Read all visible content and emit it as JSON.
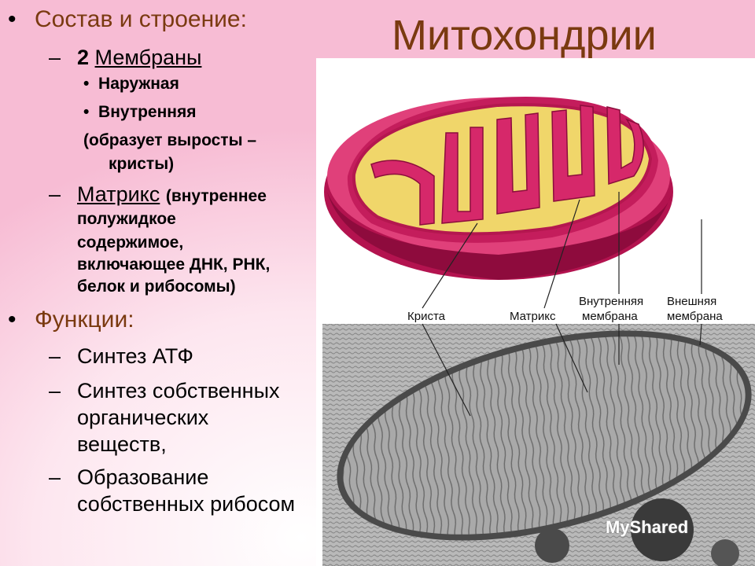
{
  "slide": {
    "title": "Митохондрии",
    "section1": "Состав и строение:",
    "membranes_count": "2",
    "membranes_label": "Мембраны",
    "outer": "Наружная",
    "inner": "Внутренняя",
    "inner_note_1": "(образует выросты –",
    "inner_note_2": "кристы)",
    "matrix_label": "Матрикс",
    "matrix_desc_1": "(внутреннее",
    "matrix_desc_2": "полужидкое",
    "matrix_desc_3": "содержимое,",
    "matrix_desc_4": "включающее ДНК, РНК,",
    "matrix_desc_5": "белок и рибосомы)",
    "section2": "Функции:",
    "func1": "Синтез АТФ",
    "func2_1": "Синтез собственных",
    "func2_2": "органических",
    "func2_3": "веществ,",
    "func3_1": "Образование",
    "func3_2": "собственных рибосом"
  },
  "figure": {
    "labels": {
      "crista": "Криста",
      "matrix": "Матрикс",
      "inner_1": "Внутренняя",
      "inner_2": "мембрана",
      "outer_1": "Внешняя",
      "outer_2": "мембрана"
    }
  },
  "watermark": "MyShared",
  "colors": {
    "title": "#7a3a10",
    "membrane": "#d6286a",
    "matrix": "#f0d66a"
  }
}
